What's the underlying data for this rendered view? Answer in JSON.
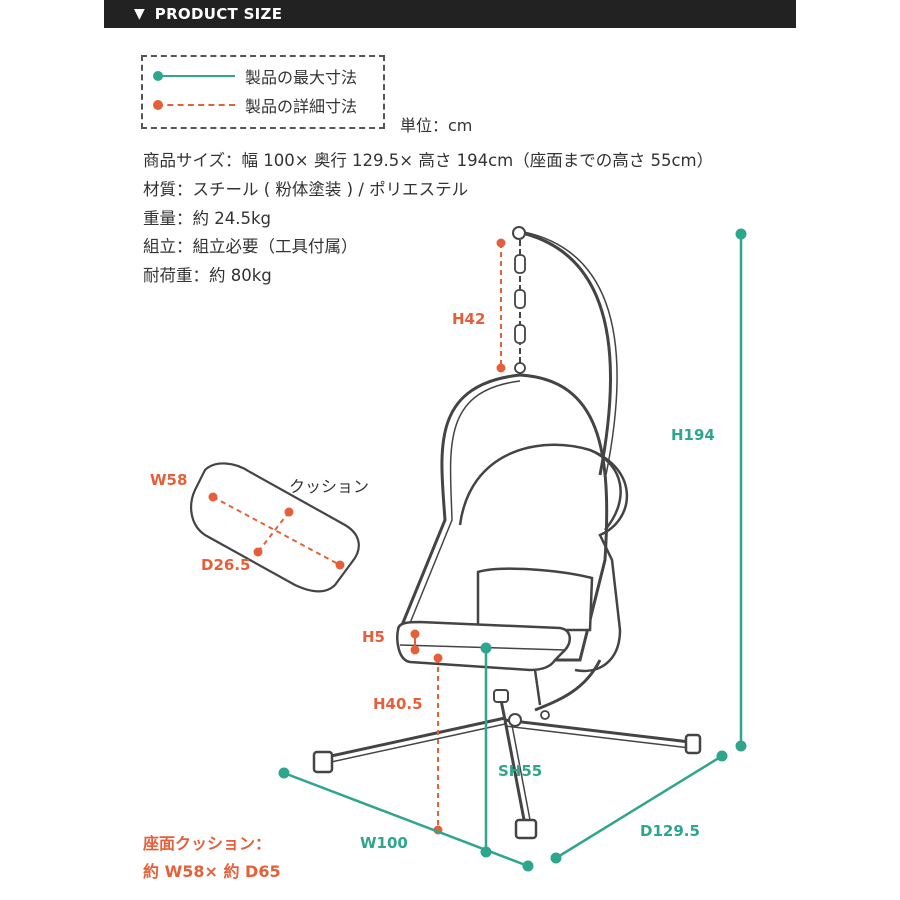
{
  "header": {
    "title": "PRODUCT SIZE"
  },
  "legend": {
    "full_label": "製品の最大寸法",
    "detail_label": "製品の詳細寸法"
  },
  "unit": "単位：cm",
  "specs": [
    "商品サイズ：幅 100× 奥行 129.5× 高さ 194cm（座面までの高さ 55cm）",
    "材質：スチール ( 粉体塗装 ) / ポリエステル",
    "重量：約 24.5kg",
    "組立：組立必要（工具付属）",
    "耐荷重：約 80kg"
  ],
  "dimensions": {
    "height": "H194",
    "width": "W100",
    "depth": "D129.5",
    "seat_height": "SH55",
    "chain": "H42",
    "seat_cushion_thickness": "H5",
    "seat_to_floor": "H40.5",
    "cushion_width": "W58",
    "cushion_depth": "D26.5"
  },
  "cushion_label": "クッション",
  "seat_cushion_note": [
    "座面クッション：",
    "約 W58× 約 D65"
  ],
  "colors": {
    "full": "#2fa58e",
    "detail": "#e5603a",
    "header": "#222222"
  }
}
